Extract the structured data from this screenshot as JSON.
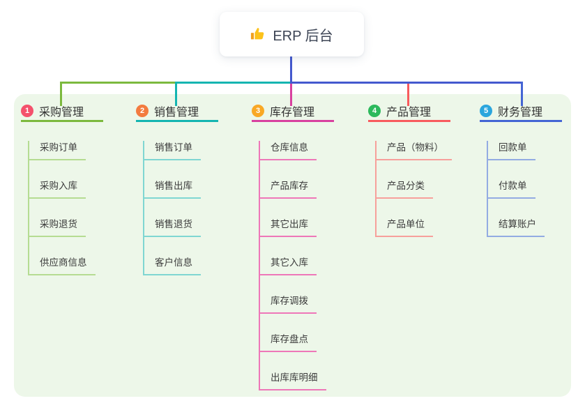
{
  "root": {
    "label": "ERP 后台",
    "icon": "thumbs-up-icon"
  },
  "palette": {
    "canvas_bg": "#edf7e9",
    "root_line": "#4459ce",
    "text_dark": "#3c4454",
    "thumb_yellow": "#fcc21b",
    "thumb_yellow_dark": "#f0a020"
  },
  "branches": [
    {
      "number": "1",
      "label": "采购管理",
      "badge_color": "#f4516c",
      "line_color": "#7cb93e",
      "child_line_color": "#b5dc92",
      "children": [
        "采购订单",
        "采购入库",
        "采购退货",
        "供应商信息"
      ]
    },
    {
      "number": "2",
      "label": "销售管理",
      "badge_color": "#f37b3f",
      "line_color": "#14b5b1",
      "child_line_color": "#7fd6d2",
      "children": [
        "销售订单",
        "销售出库",
        "销售退货",
        "客户信息"
      ]
    },
    {
      "number": "3",
      "label": "库存管理",
      "badge_color": "#f9a825",
      "line_color": "#d8419f",
      "child_line_color": "#ee77b8",
      "children": [
        "仓库信息",
        "产品库存",
        "其它出库",
        "其它入库",
        "库存调拨",
        "库存盘点",
        "出库库明细"
      ]
    },
    {
      "number": "4",
      "label": "产品管理",
      "badge_color": "#2cb95c",
      "line_color": "#f85b5e",
      "child_line_color": "#f7a09b",
      "children": [
        "产品（物料）",
        "产品分类",
        "产品单位"
      ]
    },
    {
      "number": "5",
      "label": "财务管理",
      "badge_color": "#2ba6dd",
      "line_color": "#4465d4",
      "child_line_color": "#93abe2",
      "children": [
        "回款单",
        "付款单",
        "结算账户"
      ]
    }
  ]
}
